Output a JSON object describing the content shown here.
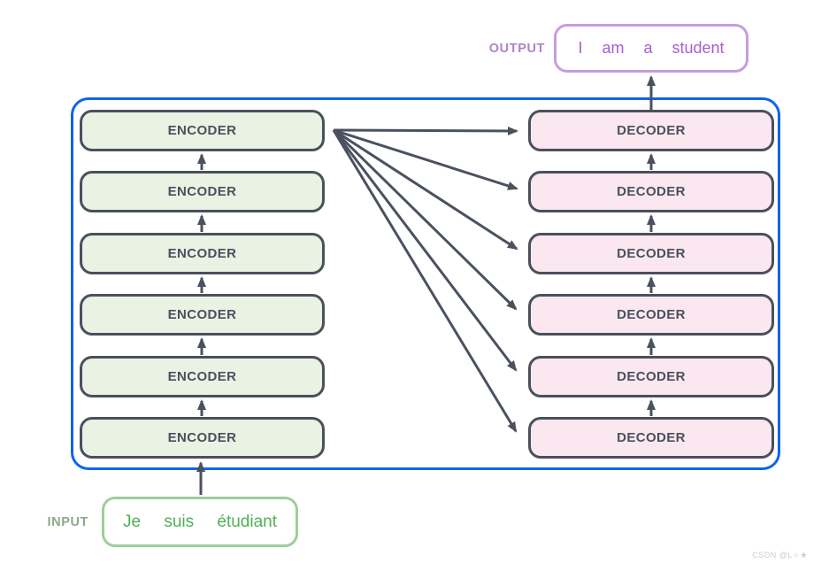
{
  "diagram": {
    "title_hint": "transformer-encoder-decoder-stack",
    "container": {
      "border_color": "#0f63f2"
    },
    "encoders": [
      {
        "label": "ENCODER"
      },
      {
        "label": "ENCODER"
      },
      {
        "label": "ENCODER"
      },
      {
        "label": "ENCODER"
      },
      {
        "label": "ENCODER"
      },
      {
        "label": "ENCODER"
      }
    ],
    "decoders": [
      {
        "label": "DECODER"
      },
      {
        "label": "DECODER"
      },
      {
        "label": "DECODER"
      },
      {
        "label": "DECODER"
      },
      {
        "label": "DECODER"
      },
      {
        "label": "DECODER"
      }
    ],
    "output": {
      "label": "OUTPUT",
      "text": "I am a student",
      "text_color": "#a55fd2",
      "border_color": "#c59ddf",
      "label_color": "#ae84c8"
    },
    "input": {
      "label": "INPUT",
      "text": "Je suis étudiant",
      "text_color": "#4fb054",
      "border_color": "#9ccf9a",
      "label_color": "#8aa98d"
    },
    "colors": {
      "encoder_fill": "#e9f2e3",
      "decoder_fill": "#fae7ef",
      "box_border": "#4a505c",
      "arrow": "#4a515f",
      "frame_blue": "#0f63f2"
    },
    "watermark": "CSDN @L☆★"
  }
}
